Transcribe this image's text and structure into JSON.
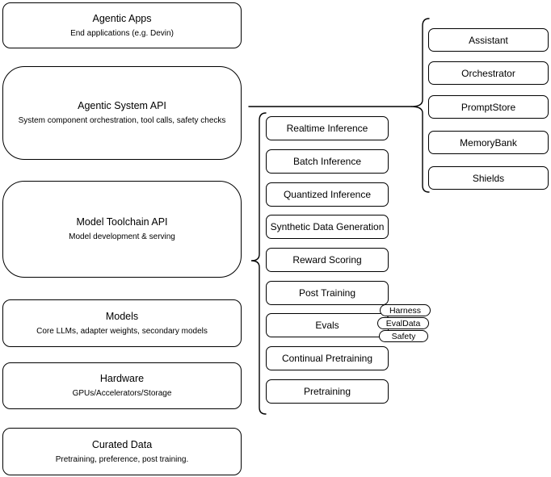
{
  "left_column": [
    {
      "title": "Agentic Apps",
      "subtitle": "End applications (e.g. Devin)"
    },
    {
      "title": "Agentic System API",
      "subtitle": "System component orchestration, tool calls, safety checks"
    },
    {
      "title": "Model Toolchain API",
      "subtitle": "Model development & serving"
    },
    {
      "title": "Models",
      "subtitle": "Core LLMs, adapter weights, secondary models"
    },
    {
      "title": "Hardware",
      "subtitle": "GPUs/Accelerators/Storage"
    },
    {
      "title": "Curated Data",
      "subtitle": "Pretraining, preference, post training."
    }
  ],
  "toolchain_items": [
    "Realtime Inference",
    "Batch Inference",
    "Quantized Inference",
    "Synthetic Data Generation",
    "Reward Scoring",
    "Post Training",
    "Evals",
    "Continual Pretraining",
    "Pretraining"
  ],
  "eval_tags": [
    "Harness",
    "EvalData",
    "Safety"
  ],
  "system_components": [
    "Assistant",
    "Orchestrator",
    "PromptStore",
    "MemoryBank",
    "Shields"
  ],
  "colors": {
    "stroke": "#000000",
    "node_fill": "#ffffff",
    "text": "#000000",
    "background": "#ffffff"
  }
}
